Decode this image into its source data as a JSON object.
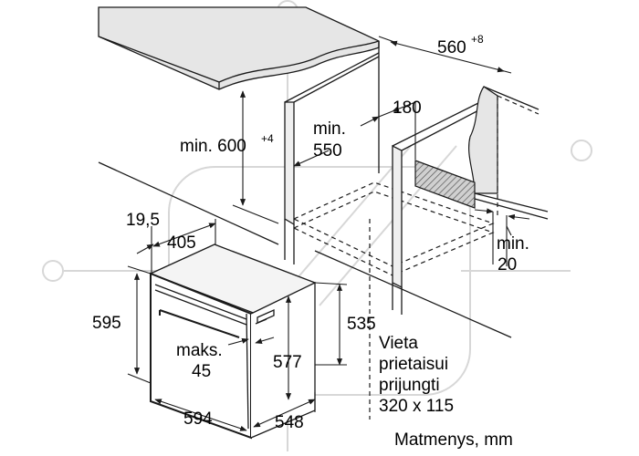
{
  "labels": {
    "top_width": "560",
    "top_width_sup": "+8",
    "min_height": "min. 600",
    "min_height_sup": "+4",
    "min_depth_prefix": "min.",
    "min_depth_value": "550",
    "vent_width": "180",
    "width_19_5": "19,5",
    "width_405": "405",
    "height_595": "595",
    "height_535": "535",
    "max_prefix": "maks.",
    "max_value": "45",
    "depth_577": "577",
    "width_594": "594",
    "depth_548": "548",
    "gap_prefix": "min.",
    "gap_value": "20",
    "connection_line1": "Vieta",
    "connection_line2": "prietaisui",
    "connection_line3": "prijungti",
    "connection_line4": "320 x 115",
    "units_note": "Matmenys, mm"
  },
  "colors": {
    "line": "#1a1a1a",
    "counter_top": "#e6e6e6",
    "side_panel": "#efefef",
    "hatch_fill": "#bdbdbd",
    "watermark": "#d7d7d7"
  }
}
